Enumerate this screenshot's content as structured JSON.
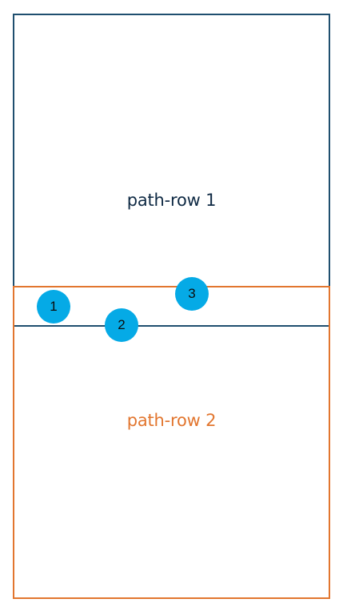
{
  "rows": [
    {
      "label": "path-row 1",
      "color": "#1f4f6f",
      "label_color": "#0f2a44"
    },
    {
      "label": "path-row 2",
      "color": "#e2762f",
      "label_color": "#e2762f"
    }
  ],
  "markers": [
    {
      "label": "1",
      "color": "#05aae6"
    },
    {
      "label": "2",
      "color": "#05aae6"
    },
    {
      "label": "3",
      "color": "#05aae6"
    }
  ]
}
